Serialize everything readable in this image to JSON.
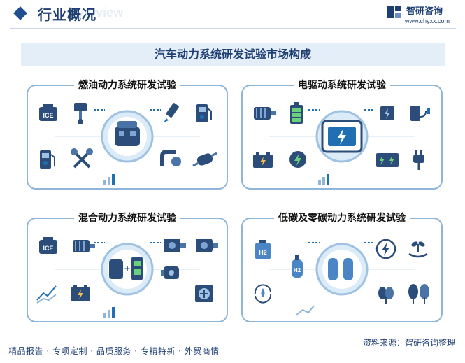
{
  "header": {
    "title": "行业概况",
    "subtitle_watermark": "Overview",
    "brand_name": "智研咨询",
    "brand_url": "www.chyxx.com"
  },
  "banner": {
    "title": "汽车动力系统研发试验市场构成"
  },
  "panels": [
    {
      "title": "燃油动力系统研发试验",
      "icons": [
        "ice-engine-icon",
        "piston-icon",
        "fuel-injector-icon",
        "fuel-pump-icon",
        "fuel-pump-icon",
        "crossed-pistons-icon",
        "turbo-pipe-icon",
        "exhaust-muffler-icon"
      ],
      "badge": "ICE"
    },
    {
      "title": "电驱动系统研发试验",
      "icons": [
        "electric-motor-icon",
        "battery-icon",
        "inverter-chip-icon",
        "charger-plug-icon",
        "car-battery-icon",
        "lightning-coin-icon",
        "battery-pack-icon",
        "plug-icon"
      ]
    },
    {
      "title": "混合动力系统研发试验",
      "icons": [
        "ice-engine-icon",
        "electric-motor-icon",
        "motor-icon",
        "motor-icon",
        "growth-chart-icon",
        "car-battery-icon",
        "gear-motor-icon",
        "radiator-fan-icon"
      ],
      "badge": "ICE",
      "hub_plus": "+"
    },
    {
      "title": "低碳及零碳动力系统研发试验",
      "icons": [
        "hydrogen-tank-icon",
        "hydrogen-cylinder-icon",
        "energy-lightning-icon",
        "sprout-hand-icon",
        "recycle-water-icon",
        "tree-icon",
        "forest-icon"
      ],
      "h2_label": "H2",
      "h2_sub": "2"
    }
  ],
  "footer": {
    "left": "精品报告 · 专项定制 · 品质服务 · 专精特新 · 外贸商情",
    "right": "资料来源：智研咨询整理"
  },
  "colors": {
    "brand": "#1f3f73",
    "accent": "#1f6fb2",
    "panel_border": "#8fb6d9",
    "hub": "#cfe3f5"
  }
}
